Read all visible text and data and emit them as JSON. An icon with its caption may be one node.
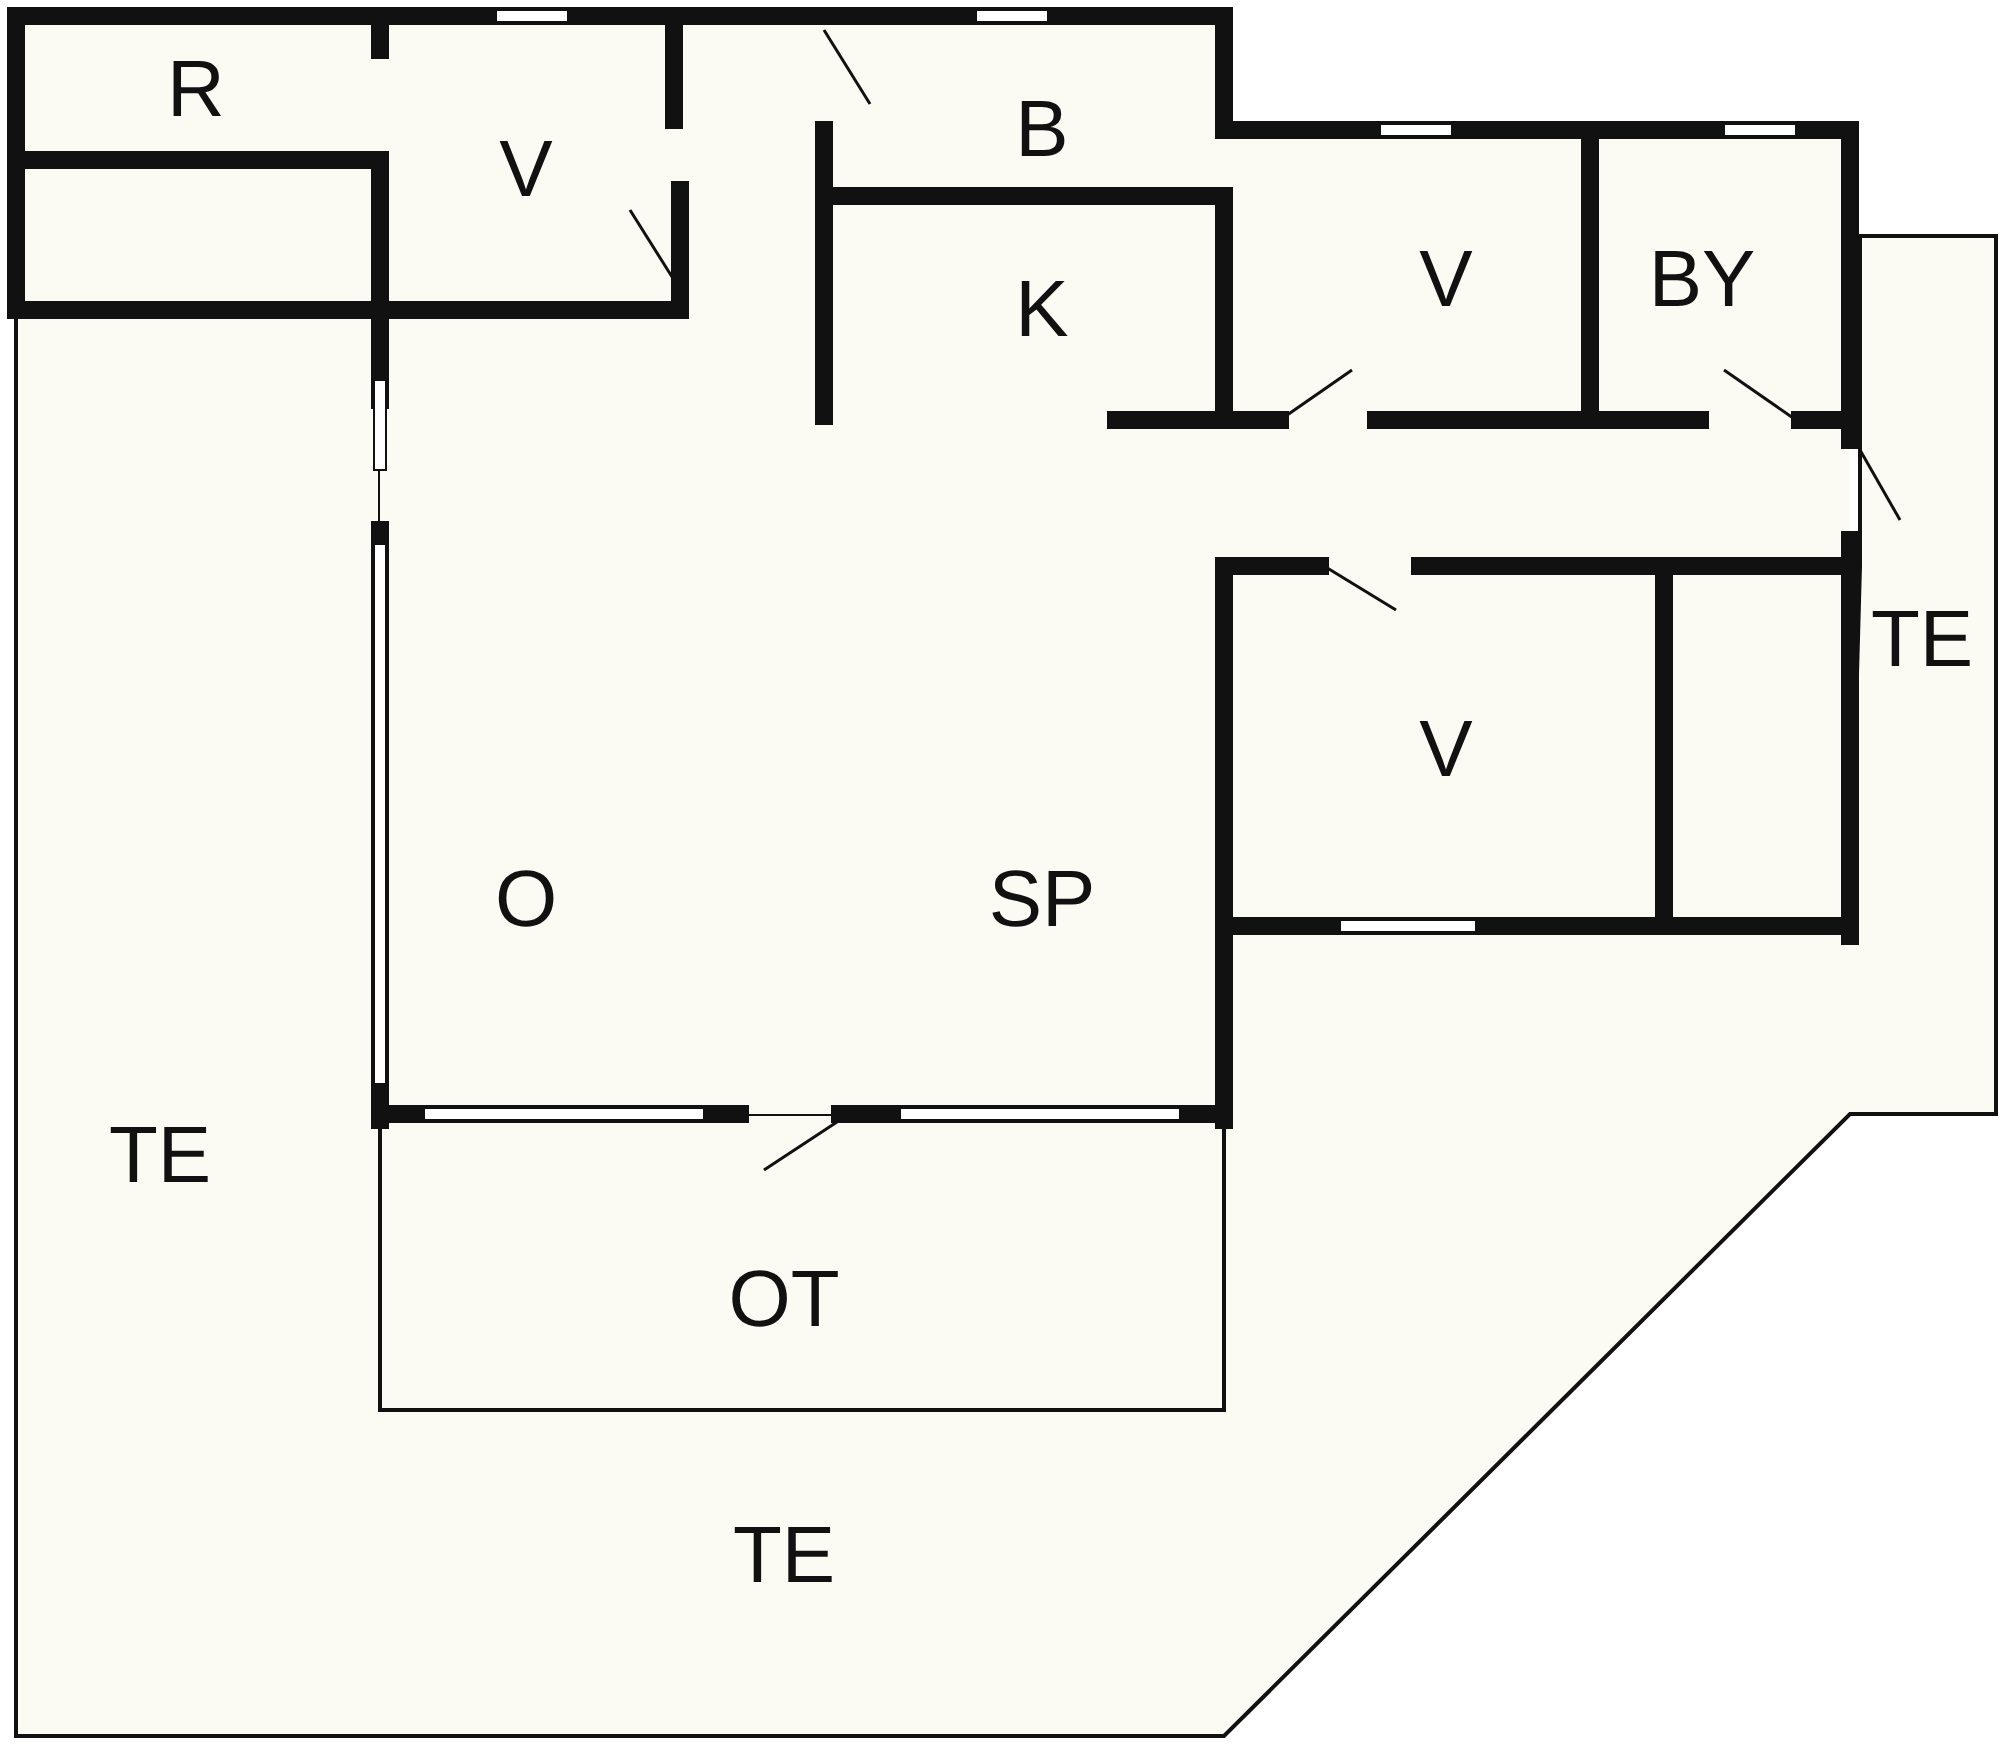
{
  "diagram": {
    "labels": [
      "R",
      "V",
      "B",
      "K",
      "V",
      "BY",
      "TE",
      "V",
      "O",
      "SP",
      "TE",
      "OT",
      "TE"
    ]
  }
}
